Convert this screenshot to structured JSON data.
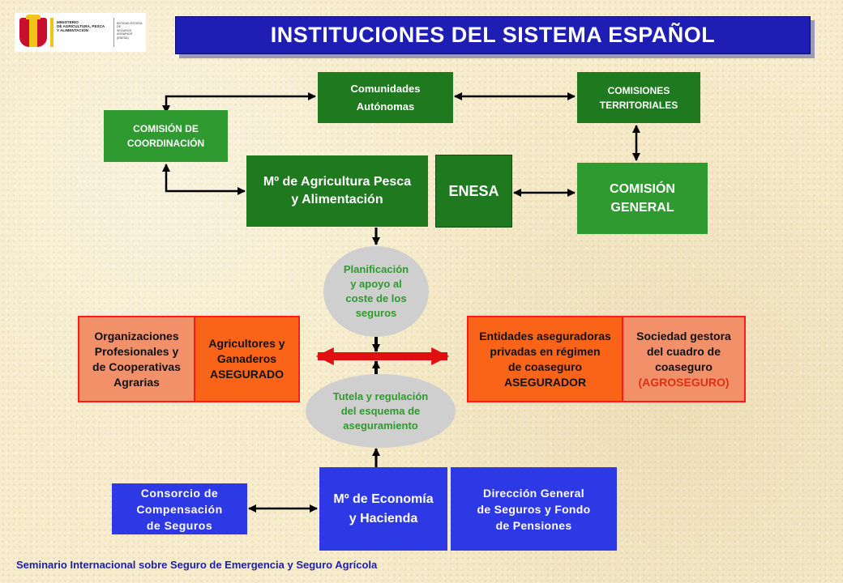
{
  "title": "INSTITUCIONES DEL SISTEMA ESPAÑOL",
  "logo": {
    "ministry_text": "MINISTERIO\nDE AGRICULTURA, PESCA\nY ALIMENTACIÓN",
    "entity_text": "ENTIDAD ESTATAL DE\nSEGUROS AGRARIOS\n(ENESA)"
  },
  "nodes": {
    "comunidades": "Comunidades\nAutónomas",
    "comisiones_territoriales": "COMISIONES\nTERRITORIALES",
    "comision_coordinacion": "COMISIÓN DE\nCOORDINACIÓN",
    "ministerio_agricultura": "Mº de Agricultura Pesca\ny Alimentación",
    "enesa": "ENESA",
    "comision_general": "COMISIÓN\nGENERAL",
    "planificacion": "Planificación\ny apoyo al\ncoste de los\nseguros",
    "organizaciones": "Organizaciones\nProfesionales y\nde Cooperativas\nAgrarias",
    "agricultores": "Agricultores y\nGanaderos\nASEGURADO",
    "entidades": "Entidades aseguradoras\nprivadas en régimen\nde coaseguro\nASEGURADOR",
    "sociedad_gestora": "Sociedad gestora\ndel cuadro de\ncoaseguro",
    "agroseguro": "(AGROSEGURO)",
    "tutela": "Tutela y regulación\ndel esquema de\naseguramiento",
    "consorcio": "Consorcio de\nCompensación\nde Seguros",
    "ministerio_economia": "Mº de Economía\ny Hacienda",
    "direccion_general": "Dirección General\nde Seguros y Fondo\nde Pensiones"
  },
  "footer": "Seminario Internacional sobre Seguro de Emergencia y Seguro Agrícola",
  "colors": {
    "dark_green": "#1f7a1f",
    "mid_green": "#2f9a2f",
    "blue": "#2e39e6",
    "title_blue": "#1e1eb4",
    "orange": "#fa6418",
    "salmon": "#f2906a",
    "red_arrow": "#e01010",
    "red_border": "#ff1a1a"
  }
}
